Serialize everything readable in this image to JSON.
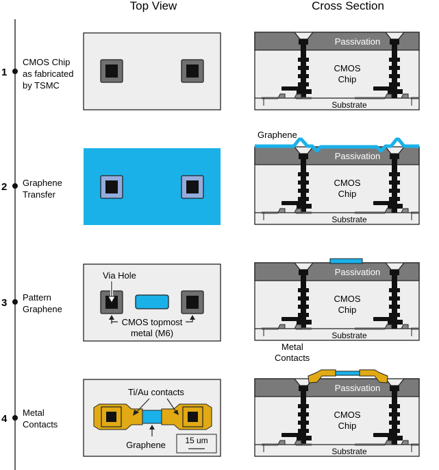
{
  "headers": {
    "top_view": "Top View",
    "cross_section": "Cross Section"
  },
  "steps": [
    {
      "number": "1",
      "label_lines": [
        "CMOS Chip",
        "as fabricated",
        "by TSMC"
      ]
    },
    {
      "number": "2",
      "label_lines": [
        "Graphene",
        "Transfer"
      ]
    },
    {
      "number": "3",
      "label_lines": [
        "Pattern",
        "Graphene"
      ]
    },
    {
      "number": "4",
      "label_lines": [
        "Metal",
        "Contacts"
      ]
    }
  ],
  "cross_section": {
    "passivation": "Passivation",
    "chip_lines": [
      "CMOS",
      "Chip"
    ],
    "substrate": "Substrate"
  },
  "annotations": {
    "graphene_layer": "Graphene",
    "via_hole": "Via Hole",
    "cmos_topmost_lines": [
      "CMOS topmost",
      "metal (M6)"
    ],
    "ti_au_contacts": "Ti/Au contacts",
    "graphene_bottom": "Graphene",
    "scale_bar": "15 um",
    "metal_contacts_lines": [
      "Metal",
      "Contacts"
    ]
  },
  "colors": {
    "graphene": "#1ab1e9",
    "gold": "#e1aa14",
    "passivation": "#7a7a7a",
    "chip": "#eeeeee",
    "pad": "#707070",
    "via": "#111111",
    "pad_under_graphene": "#93acdc"
  }
}
